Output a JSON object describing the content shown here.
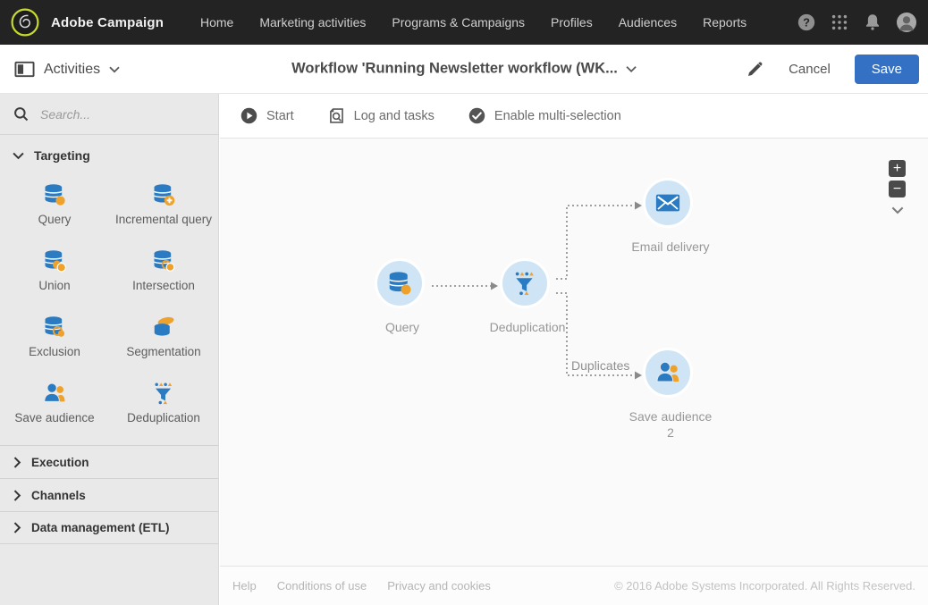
{
  "brand": {
    "name": "Adobe Campaign"
  },
  "topnav": {
    "items": [
      "Home",
      "Marketing activities",
      "Programs & Campaigns",
      "Profiles",
      "Audiences",
      "Reports"
    ],
    "icons": [
      "help-icon",
      "apps-grid-icon",
      "notifications-icon",
      "avatar"
    ]
  },
  "header": {
    "palette_label": "Activities",
    "title": "Workflow 'Running Newsletter workflow (WK...",
    "cancel_label": "Cancel",
    "save_label": "Save"
  },
  "sidebar": {
    "search_placeholder": "Search...",
    "sections": [
      {
        "label": "Targeting",
        "expanded": true
      },
      {
        "label": "Execution",
        "expanded": false
      },
      {
        "label": "Channels",
        "expanded": false
      },
      {
        "label": "Data management (ETL)",
        "expanded": false
      }
    ],
    "targeting_items": [
      {
        "label": "Query",
        "icon": "query-icon"
      },
      {
        "label": "Incremental query",
        "icon": "incremental-query-icon"
      },
      {
        "label": "Union",
        "icon": "union-icon"
      },
      {
        "label": "Intersection",
        "icon": "intersection-icon"
      },
      {
        "label": "Exclusion",
        "icon": "exclusion-icon"
      },
      {
        "label": "Segmentation",
        "icon": "segmentation-icon"
      },
      {
        "label": "Save audience",
        "icon": "save-audience-icon"
      },
      {
        "label": "Deduplication",
        "icon": "deduplication-icon"
      }
    ]
  },
  "toolbar": {
    "start_label": "Start",
    "log_label": "Log and tasks",
    "multiselect_label": "Enable multi-selection"
  },
  "workflow": {
    "nodes": [
      {
        "id": "query",
        "label": "Query",
        "icon": "query-icon"
      },
      {
        "id": "deduplication",
        "label": "Deduplication",
        "icon": "deduplication-icon"
      },
      {
        "id": "email-delivery",
        "label": "Email delivery",
        "icon": "email-icon"
      },
      {
        "id": "save-audience-2",
        "label": "Save audience 2",
        "icon": "save-audience-icon"
      }
    ],
    "edge_label": "Duplicates"
  },
  "zoom": {
    "zoom_in": "+",
    "zoom_out": "−"
  },
  "footer": {
    "links": [
      "Help",
      "Conditions of use",
      "Privacy and cookies"
    ],
    "copyright": "© 2016 Adobe Systems Incorporated. All Rights Reserved."
  },
  "colors": {
    "topbar_bg": "#232323",
    "accent_blue": "#3470c4",
    "icon_blue": "#2b7bc3",
    "icon_orange": "#efa22b",
    "node_fill": "#cfe5f6",
    "logo_green": "#c6d92f",
    "canvas_bg": "#fafafa",
    "sidebar_bg": "#e9e9e9"
  }
}
